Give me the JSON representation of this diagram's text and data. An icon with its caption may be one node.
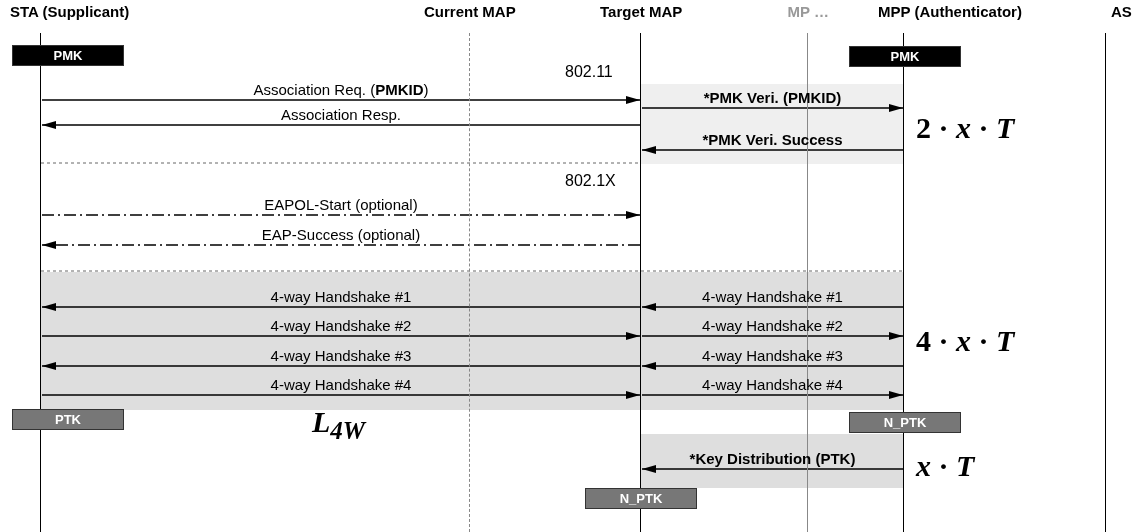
{
  "diagram": {
    "nodes": [
      {
        "text": [
          "STA (Supplicant)"
        ]
      },
      {
        "text": [
          "Current MAP"
        ]
      },
      {
        "text": [
          "Target MAP"
        ]
      },
      {
        "text": [
          "MP …"
        ]
      },
      {
        "text": [
          "MPP (Authenticator)"
        ]
      },
      {
        "text": [
          "AS"
        ]
      },
      {
        "text": [
          "PMK"
        ]
      },
      {
        "text": [
          "PMK"
        ]
      },
      {
        "text": [
          "PTK"
        ]
      },
      {
        "text": [
          "N_PTK"
        ]
      },
      {
        "text": [
          "N_PTK"
        ]
      }
    ],
    "edges": [
      {
        "from": 0,
        "to": 2,
        "arrow": "to",
        "label": "Association Req. (**PMKID**)"
      },
      {
        "from": 2,
        "to": 4,
        "arrow": "to",
        "label": "*PMK Veri. (PMKID)"
      },
      {
        "from": 2,
        "to": 0,
        "arrow": "to",
        "label": "Association Resp."
      },
      {
        "from": 4,
        "to": 2,
        "arrow": "to",
        "label": "*PMK Veri. Success"
      },
      {
        "from": 0,
        "to": 2,
        "arrow": "to",
        "label": "EAPOL-Start (optional)",
        "style": "dashed"
      },
      {
        "from": 2,
        "to": 0,
        "arrow": "to",
        "label": "EAP-Success (optional)",
        "style": "dashed"
      },
      {
        "from": 2,
        "to": 0,
        "arrow": "to",
        "label": "4-way Handshake #1"
      },
      {
        "from": 4,
        "to": 2,
        "arrow": "to",
        "label": "4-way Handshake #1"
      },
      {
        "from": 0,
        "to": 2,
        "arrow": "to",
        "label": "4-way Handshake #2"
      },
      {
        "from": 2,
        "to": 4,
        "arrow": "to",
        "label": "4-way Handshake #2"
      },
      {
        "from": 2,
        "to": 0,
        "arrow": "to",
        "label": "4-way Handshake #3"
      },
      {
        "from": 4,
        "to": 2,
        "arrow": "to",
        "label": "4-way Handshake #3"
      },
      {
        "from": 0,
        "to": 2,
        "arrow": "to",
        "label": "4-way Handshake #4"
      },
      {
        "from": 2,
        "to": 4,
        "arrow": "to",
        "label": "4-way Handshake #4"
      },
      {
        "from": 4,
        "to": 2,
        "arrow": "to",
        "label": "*Key Distribution (PTK)"
      }
    ],
    "labels": [
      "802.11",
      "2 · *x* · *T*",
      "802.1X",
      "4 · *x* · *T*",
      "L$_{4W}$",
      "*x* · *T*"
    ]
  }
}
